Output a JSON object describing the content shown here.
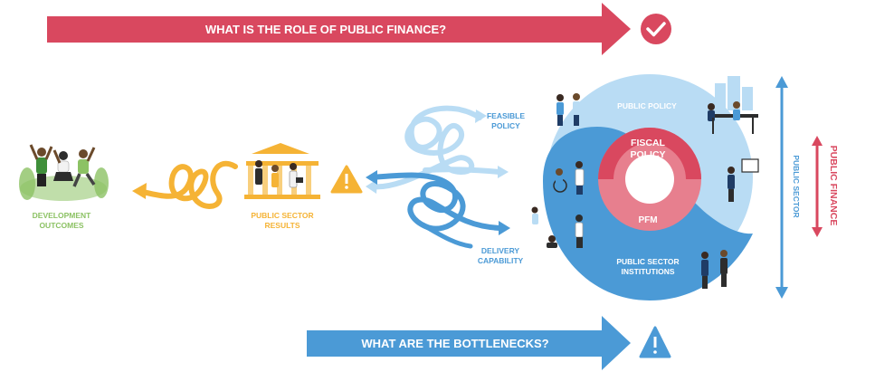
{
  "top_banner": {
    "text": "WHAT IS THE ROLE OF PUBLIC FINANCE?",
    "icon": "checkmark-icon"
  },
  "bottom_banner": {
    "text": "WHAT ARE THE BOTTLENECKS?",
    "icon": "warning-icon"
  },
  "development_outcomes": {
    "line1": "DEVELOPMENT",
    "line2": "OUTCOMES"
  },
  "public_sector_results": {
    "line1": "PUBLIC SECTOR",
    "line2": "RESULTS"
  },
  "feasible_policy": {
    "line1": "FEASIBLE",
    "line2": "POLICY"
  },
  "delivery_capability": {
    "line1": "DELIVERY",
    "line2": "CAPABILITY"
  },
  "circle": {
    "public_policy": "PUBLIC POLICY",
    "fiscal_policy_line1": "FISCAL",
    "fiscal_policy_line2": "POLICY",
    "pfm": "PFM",
    "institutions_line1": "PUBLIC SECTOR",
    "institutions_line2": "INSTITUTIONS"
  },
  "side_labels": {
    "public_sector": "PUBLIC SECTOR",
    "public_finance": "PUBLIC FINANCE"
  },
  "colors": {
    "red": "#d9485f",
    "blue": "#4b9ad6",
    "light_blue": "#b9dcf4",
    "pink": "#e77f8e",
    "orange": "#f5b335",
    "green": "#8cc264"
  }
}
